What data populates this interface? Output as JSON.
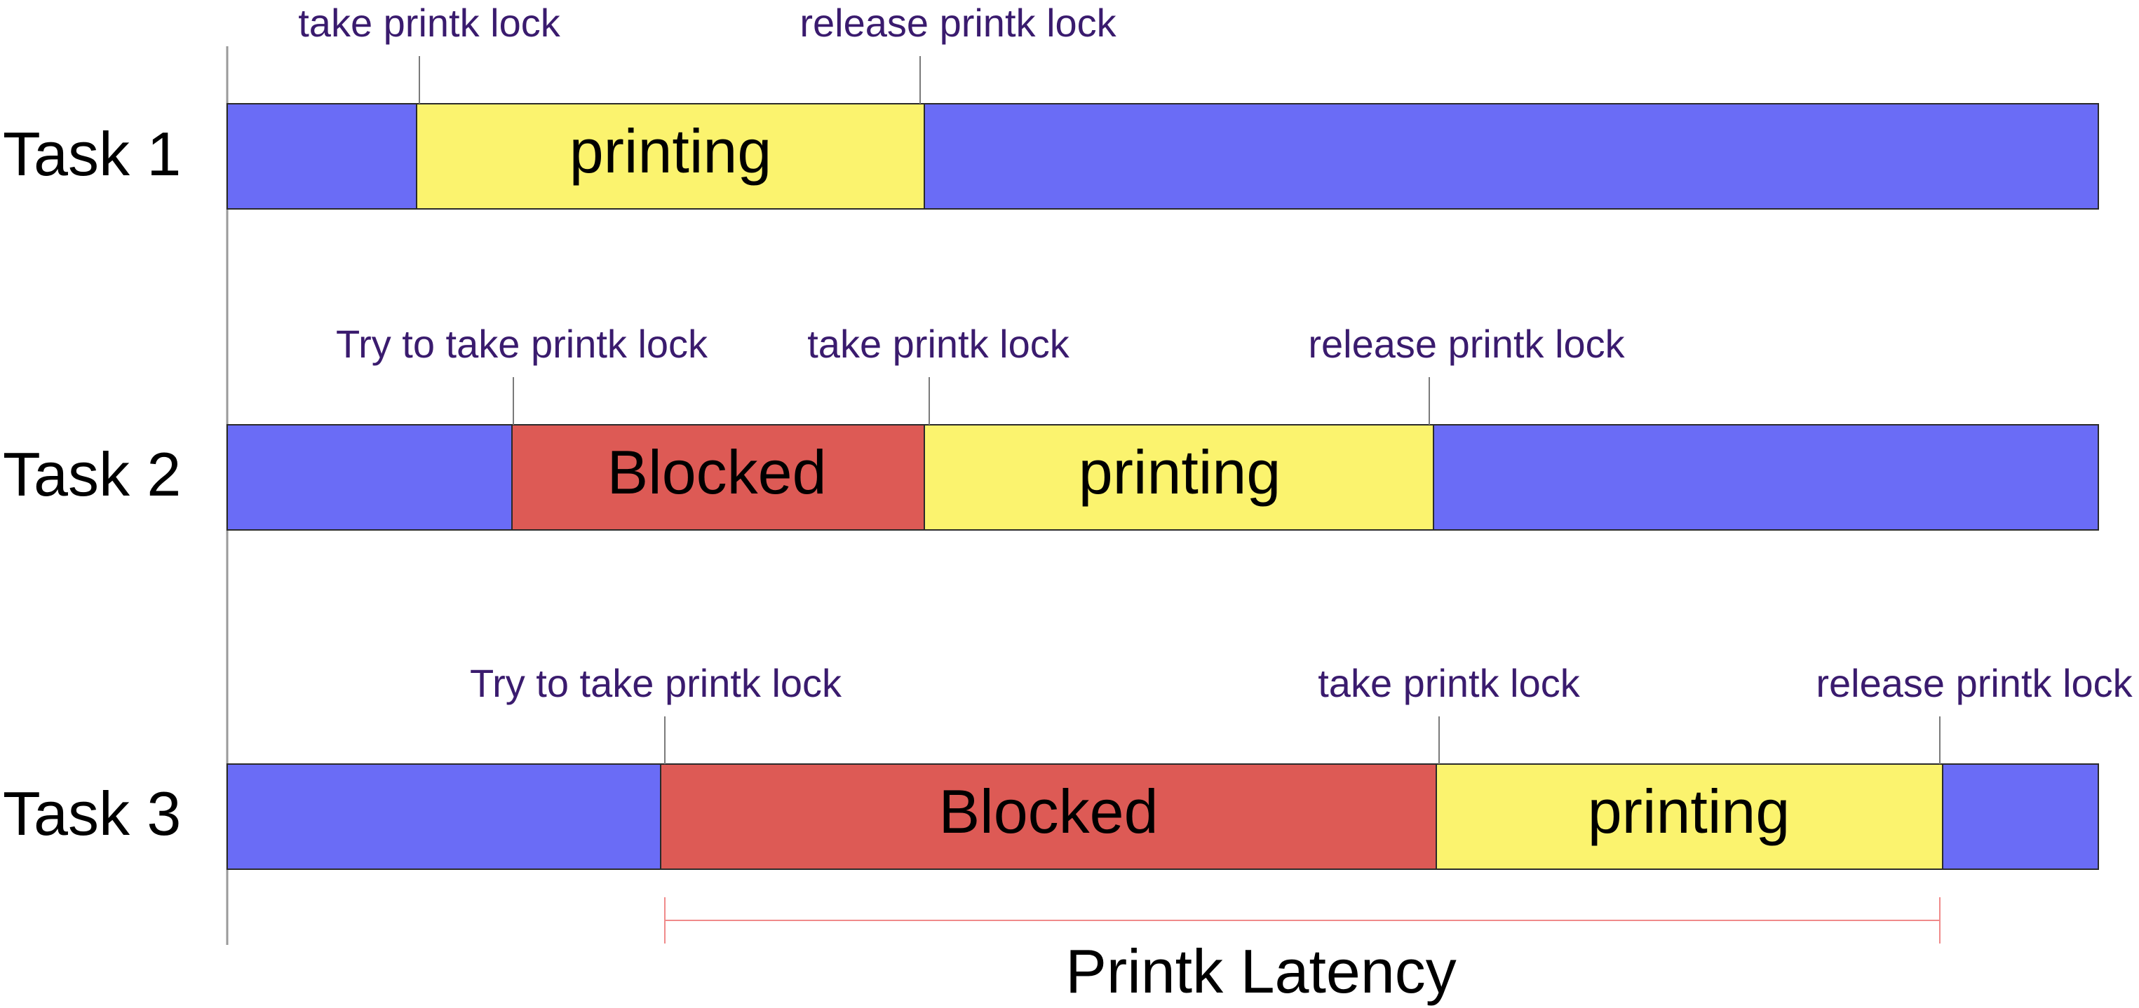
{
  "colors": {
    "running": "#6a6cf6",
    "printing": "#fbf36e",
    "blocked": "#dd5a55",
    "event_text": "#3a1b6e",
    "latency_line": "#f08a8a",
    "outline": "#2a2a2a"
  },
  "tasks": [
    {
      "label": "Task 1",
      "segments": [
        {
          "state": "running",
          "label": ""
        },
        {
          "state": "printing",
          "label": "printing"
        },
        {
          "state": "running",
          "label": ""
        }
      ],
      "events": [
        {
          "label": "take printk lock"
        },
        {
          "label": "release printk lock"
        }
      ]
    },
    {
      "label": "Task 2",
      "segments": [
        {
          "state": "running",
          "label": ""
        },
        {
          "state": "blocked",
          "label": "Blocked"
        },
        {
          "state": "printing",
          "label": "printing"
        },
        {
          "state": "running",
          "label": ""
        }
      ],
      "events": [
        {
          "label": "Try to take printk lock"
        },
        {
          "label": "take printk lock"
        },
        {
          "label": "release printk lock"
        }
      ]
    },
    {
      "label": "Task 3",
      "segments": [
        {
          "state": "running",
          "label": ""
        },
        {
          "state": "blocked",
          "label": "Blocked"
        },
        {
          "state": "printing",
          "label": "printing"
        },
        {
          "state": "running",
          "label": ""
        }
      ],
      "events": [
        {
          "label": "Try to take printk lock"
        },
        {
          "label": "take printk lock"
        },
        {
          "label": "release printk lock"
        }
      ]
    }
  ],
  "latency": {
    "label": "Printk Latency"
  }
}
